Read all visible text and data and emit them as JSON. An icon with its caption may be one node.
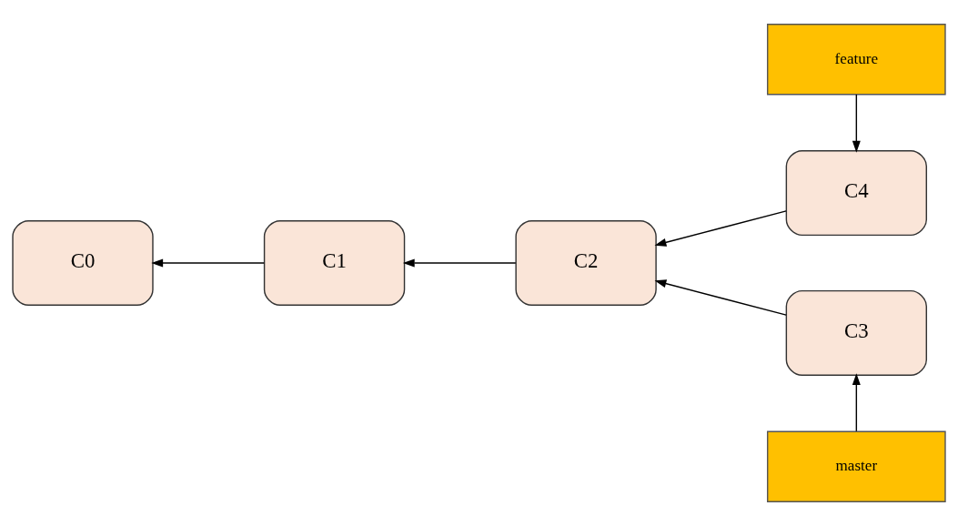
{
  "diagram": {
    "nodes": [
      {
        "text": [
          "feature"
        ]
      },
      {
        "text": [
          "C0"
        ]
      },
      {
        "text": [
          "C1"
        ]
      },
      {
        "text": [
          "C2"
        ]
      },
      {
        "text": [
          "C4"
        ]
      },
      {
        "text": [
          "C3"
        ]
      },
      {
        "text": [
          "master"
        ]
      }
    ],
    "edges": [
      {
        "from": 0,
        "to": 4,
        "arrow": "to"
      },
      {
        "from": 2,
        "to": 1,
        "arrow": "to"
      },
      {
        "from": 3,
        "to": 2,
        "arrow": "to"
      },
      {
        "from": 4,
        "to": 3,
        "arrow": "to"
      },
      {
        "from": 5,
        "to": 3,
        "arrow": "to"
      },
      {
        "from": 6,
        "to": 5,
        "arrow": "to"
      }
    ]
  }
}
